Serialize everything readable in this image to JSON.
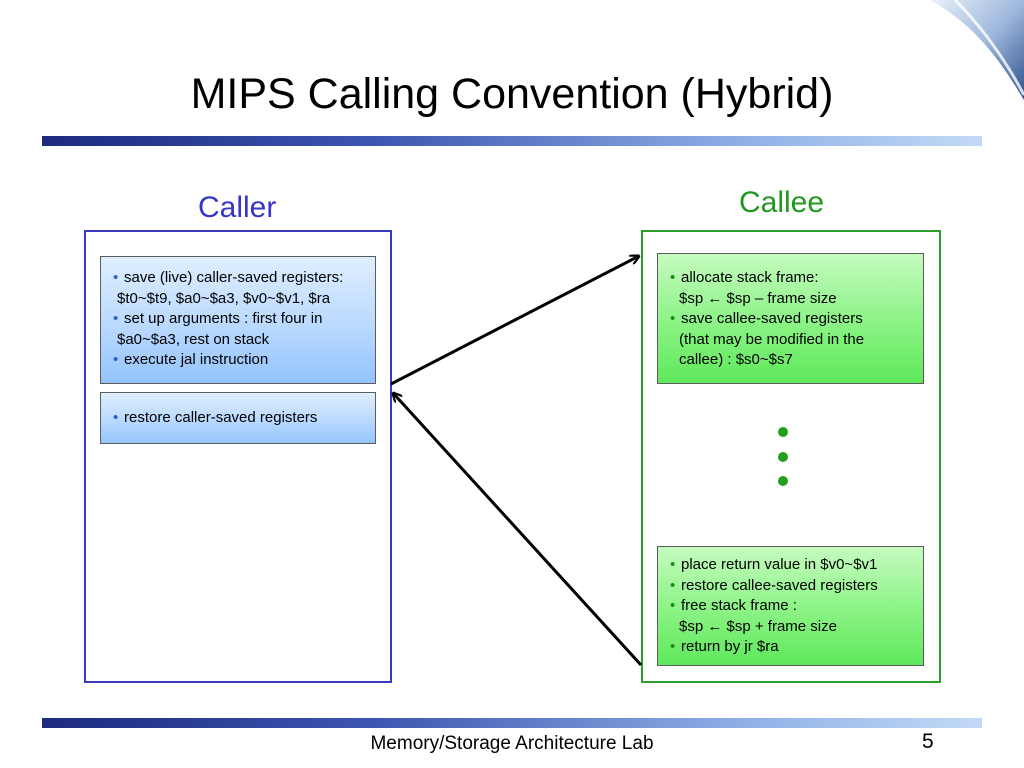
{
  "slide": {
    "title": "MIPS Calling Convention (Hybrid)",
    "footer": "Memory/Storage Architecture Lab",
    "page_number": "5"
  },
  "caller": {
    "heading": "Caller",
    "box1": {
      "items": [
        {
          "bullet": "•",
          "lines": [
            "save (live) caller-saved registers:",
            "$t0~$t9, $a0~$a3, $v0~$v1, $ra"
          ]
        },
        {
          "bullet": "•",
          "lines": [
            "set up arguments : first four in",
            "$a0~$a3, rest on stack"
          ]
        },
        {
          "bullet": "•",
          "lines": [
            "execute jal instruction"
          ]
        }
      ]
    },
    "box2": {
      "items": [
        {
          "bullet": "•",
          "lines": [
            "restore caller-saved registers"
          ]
        }
      ]
    }
  },
  "callee": {
    "heading": "Callee",
    "box1": {
      "items": [
        {
          "bullet": "•",
          "lines": [
            "allocate stack frame:",
            "$sp ← $sp – frame size"
          ]
        },
        {
          "bullet": "•",
          "lines": [
            "save callee-saved registers",
            "(that may be modified in the",
            "callee) : $s0~$s7"
          ]
        }
      ]
    },
    "box2": {
      "items": [
        {
          "bullet": "•",
          "lines": [
            "place return value in $v0~$v1"
          ]
        },
        {
          "bullet": "•",
          "lines": [
            "restore callee-saved registers"
          ]
        },
        {
          "bullet": "•",
          "lines": [
            "free stack frame :",
            "$sp ← $sp + frame size"
          ]
        },
        {
          "bullet": "•",
          "lines": [
            "return by jr $ra"
          ]
        }
      ]
    }
  },
  "colors": {
    "caller_accent": "#3535c8",
    "callee_accent": "#1f9a1f",
    "rule_dark": "#1c2a80",
    "rule_light": "#c3daf7"
  },
  "icons": {
    "continuation": "vertical-ellipsis-dots",
    "call_arrow": "arrow-to-callee",
    "return_arrow": "arrow-to-caller"
  }
}
